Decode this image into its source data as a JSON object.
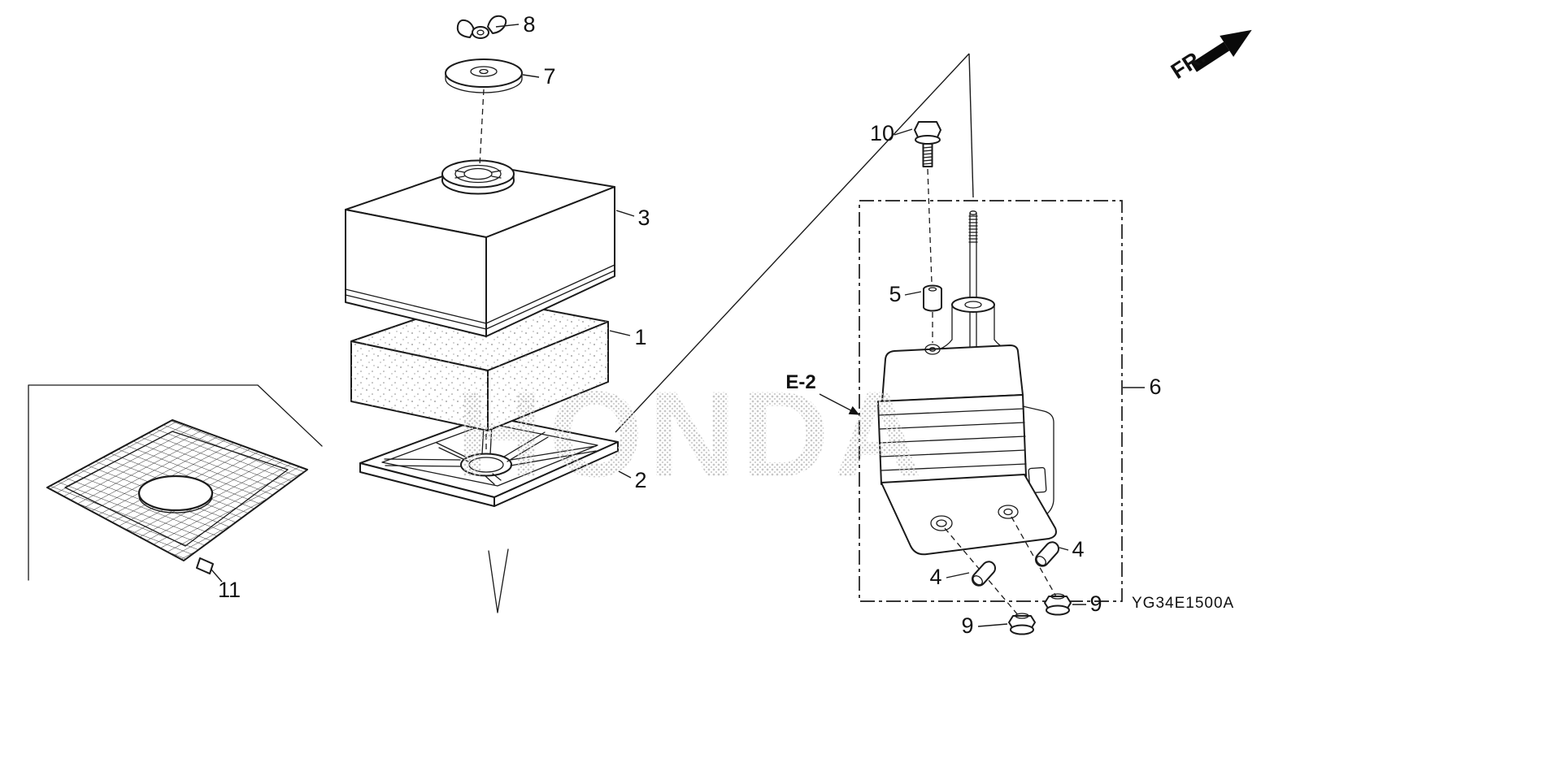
{
  "diagram": {
    "watermark": "HONDA",
    "drawing_code": "YG34E1500A",
    "front_direction_label": "FR.",
    "detail_reference_label": "E-2",
    "callouts": {
      "c1": "1",
      "c2": "2",
      "c3": "3",
      "c4a": "4",
      "c4b": "4",
      "c5": "5",
      "c6": "6",
      "c7": "7",
      "c8": "8",
      "c9a": "9",
      "c9b": "9",
      "c10": "10",
      "c11": "11"
    }
  }
}
